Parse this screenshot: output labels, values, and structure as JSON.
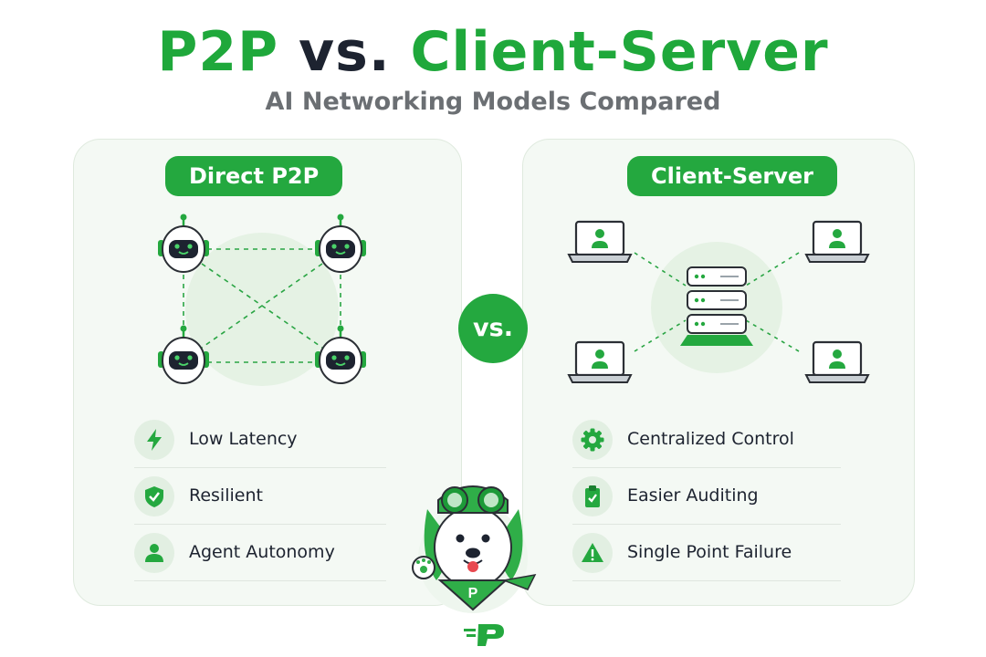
{
  "header": {
    "title_left": "P2P",
    "title_vs": "vs.",
    "title_right": "Client-Server",
    "subtitle": "AI Networking Models Compared"
  },
  "left_panel": {
    "label": "Direct P2P",
    "features": [
      {
        "icon": "lightning-icon",
        "label": "Low Latency"
      },
      {
        "icon": "shield-check-icon",
        "label": "Resilient"
      },
      {
        "icon": "person-icon",
        "label": "Agent Autonomy"
      }
    ]
  },
  "right_panel": {
    "label": "Client-Server",
    "features": [
      {
        "icon": "gear-icon",
        "label": "Centralized Control"
      },
      {
        "icon": "clipboard-check-icon",
        "label": "Easier Auditing"
      },
      {
        "icon": "warning-icon",
        "label": "Single Point Failure"
      }
    ]
  },
  "vs_badge": "vs.",
  "colors": {
    "accent": "#24a83f",
    "title_green": "#1fa83b",
    "dark": "#1d2330",
    "panel_bg": "#f4f9f4"
  }
}
